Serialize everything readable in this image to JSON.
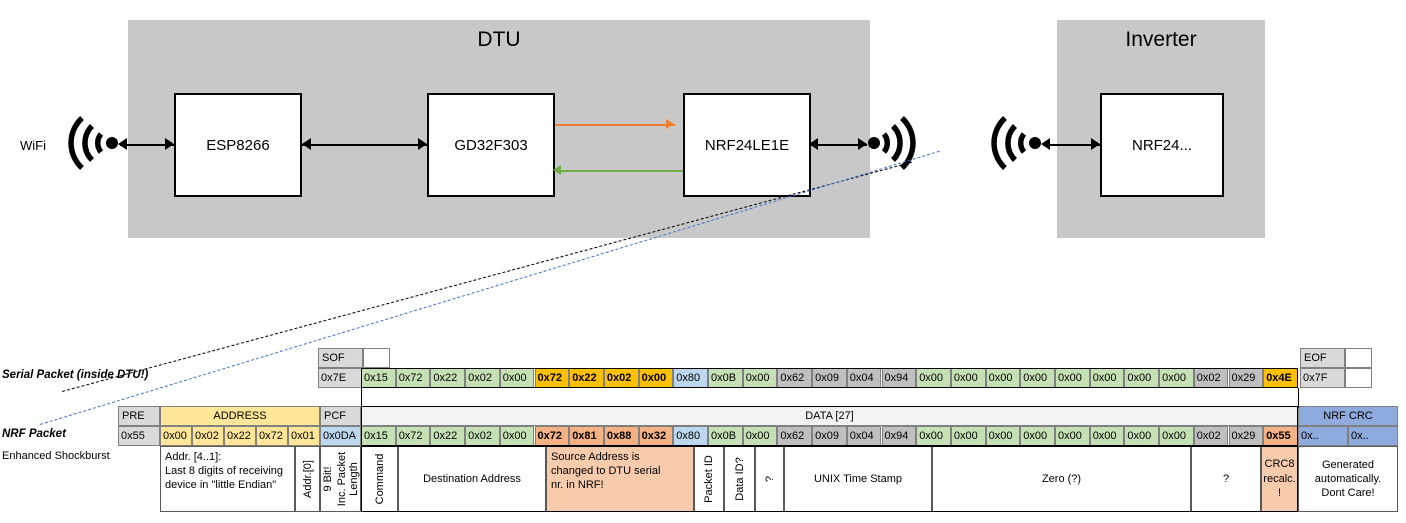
{
  "diagram": {
    "dtu": {
      "title": "DTU",
      "wifi_label": "WiFi",
      "chips": [
        "ESP8266",
        "GD32F303",
        "NRF24LE1E"
      ]
    },
    "inverter": {
      "title": "Inverter",
      "chips": [
        "NRF24..."
      ]
    }
  },
  "packets": {
    "serial_label": "Serial Packet (inside DTU!)",
    "nrf_label": "NRF Packet",
    "shockburst_label": "Enhanced Shockburst",
    "serial_headers": {
      "sof": "SOF",
      "eof": "EOF"
    },
    "nrf_headers": {
      "pre": "PRE",
      "address": "ADDRESS",
      "pcf": "PCF",
      "data": "DATA [27]",
      "crc": "NRF CRC"
    },
    "serial": {
      "sof": "0x7E",
      "eof": "0x7F",
      "bytes": [
        {
          "v": "0x15",
          "c": "green"
        },
        {
          "v": "0x72",
          "c": "green"
        },
        {
          "v": "0x22",
          "c": "green"
        },
        {
          "v": "0x02",
          "c": "green"
        },
        {
          "v": "0x00",
          "c": "green"
        },
        {
          "v": "0x72",
          "c": "amber"
        },
        {
          "v": "0x22",
          "c": "amber"
        },
        {
          "v": "0x02",
          "c": "amber"
        },
        {
          "v": "0x00",
          "c": "amber"
        },
        {
          "v": "0x80",
          "c": "blue"
        },
        {
          "v": "0x0B",
          "c": "green"
        },
        {
          "v": "0x00",
          "c": "green"
        },
        {
          "v": "0x62",
          "c": "darkgrey"
        },
        {
          "v": "0x09",
          "c": "darkgrey"
        },
        {
          "v": "0x04",
          "c": "darkgrey"
        },
        {
          "v": "0x94",
          "c": "darkgrey"
        },
        {
          "v": "0x00",
          "c": "green"
        },
        {
          "v": "0x00",
          "c": "green"
        },
        {
          "v": "0x00",
          "c": "green"
        },
        {
          "v": "0x00",
          "c": "green"
        },
        {
          "v": "0x00",
          "c": "green"
        },
        {
          "v": "0x00",
          "c": "green"
        },
        {
          "v": "0x00",
          "c": "green"
        },
        {
          "v": "0x00",
          "c": "green"
        },
        {
          "v": "0x02",
          "c": "darkgrey"
        },
        {
          "v": "0x29",
          "c": "darkgrey"
        },
        {
          "v": "0x4E",
          "c": "amber"
        }
      ]
    },
    "nrf": {
      "pre": "0x55",
      "address": [
        "0x00",
        "0x02",
        "0x22",
        "0x72",
        "0x01"
      ],
      "pcf": "0x0DA",
      "crc": [
        "0x..",
        "0x.."
      ],
      "bytes": [
        {
          "v": "0x15",
          "c": "green"
        },
        {
          "v": "0x72",
          "c": "green"
        },
        {
          "v": "0x22",
          "c": "green"
        },
        {
          "v": "0x02",
          "c": "green"
        },
        {
          "v": "0x00",
          "c": "green"
        },
        {
          "v": "0x72",
          "c": "lorange"
        },
        {
          "v": "0x81",
          "c": "lorange"
        },
        {
          "v": "0x88",
          "c": "lorange"
        },
        {
          "v": "0x32",
          "c": "lorange"
        },
        {
          "v": "0x80",
          "c": "blue"
        },
        {
          "v": "0x0B",
          "c": "green"
        },
        {
          "v": "0x00",
          "c": "green"
        },
        {
          "v": "0x62",
          "c": "darkgrey"
        },
        {
          "v": "0x09",
          "c": "darkgrey"
        },
        {
          "v": "0x04",
          "c": "darkgrey"
        },
        {
          "v": "0x94",
          "c": "darkgrey"
        },
        {
          "v": "0x00",
          "c": "green"
        },
        {
          "v": "0x00",
          "c": "green"
        },
        {
          "v": "0x00",
          "c": "green"
        },
        {
          "v": "0x00",
          "c": "green"
        },
        {
          "v": "0x00",
          "c": "green"
        },
        {
          "v": "0x00",
          "c": "green"
        },
        {
          "v": "0x00",
          "c": "green"
        },
        {
          "v": "0x00",
          "c": "green"
        },
        {
          "v": "0x02",
          "c": "darkgrey"
        },
        {
          "v": "0x29",
          "c": "darkgrey"
        },
        {
          "v": "0x55",
          "c": "lorange"
        }
      ]
    },
    "descriptions": {
      "addr_block": "Addr. [4..1]:\nLast 8 digits of receiving\ndevice in \"little Endian\"",
      "addr0": "Addr.[0]",
      "pcf_a": "9 Bit!",
      "pcf_b": "Inc. Packet",
      "pcf_c": "Length",
      "command": "Command",
      "destination": "Destination Address",
      "source": "Source Address is\nchanged to DTU serial\nnr. in NRF!",
      "packet_id": "Packet ID",
      "data_id": "Data ID?",
      "unknown_small": "?",
      "unix": "UNIX Time Stamp",
      "zero": "Zero (?)",
      "unknown": "?",
      "crc8": "CRC8\nrecalc.\n!",
      "nrf_crc": "Generated\nautomatically.\nDont Care!"
    }
  }
}
